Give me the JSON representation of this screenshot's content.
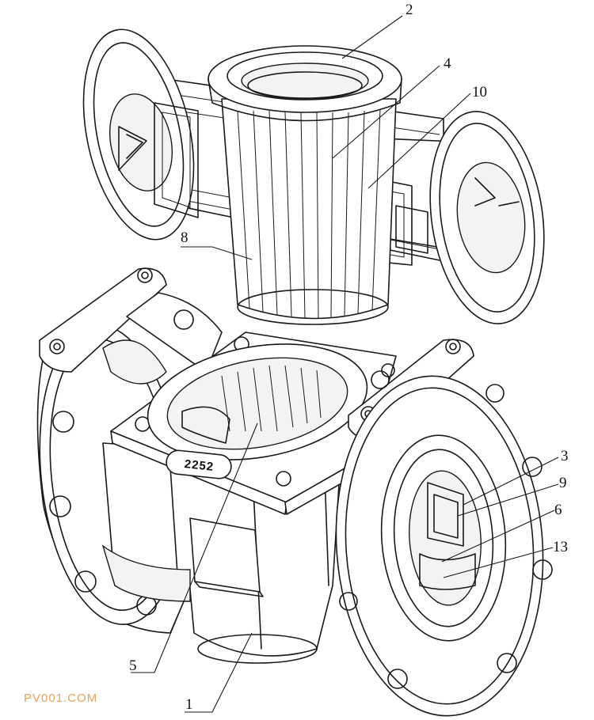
{
  "diagram": {
    "part_labels": [
      {
        "id": "2",
        "text": "2"
      },
      {
        "id": "4",
        "text": "4"
      },
      {
        "id": "10",
        "text": "10"
      },
      {
        "id": "8",
        "text": "8"
      },
      {
        "id": "3",
        "text": "3"
      },
      {
        "id": "9",
        "text": "9"
      },
      {
        "id": "6",
        "text": "6"
      },
      {
        "id": "13",
        "text": "13"
      },
      {
        "id": "5",
        "text": "5"
      },
      {
        "id": "1",
        "text": "1"
      }
    ],
    "body_marking": "2252"
  },
  "watermark": "PV001.COM",
  "colors": {
    "ink": "#1a1a1a",
    "watermark": "#e8a25a",
    "background": "#ffffff"
  }
}
